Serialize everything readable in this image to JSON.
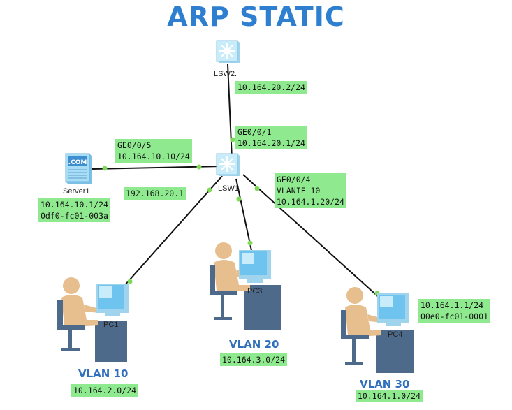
{
  "title": "ARP STATIC",
  "devices": {
    "lsw2": "LSW2.",
    "lsw1": "LSW1",
    "server1": "Server1",
    "pc1": "PC1",
    "pc3": "PC3",
    "pc4": "PC4",
    "server_screen": ".COM"
  },
  "labels": {
    "lsw2_ip": "10.164.20.2/24",
    "lsw1_up_port": "GE0/0/1",
    "lsw1_up_ip": "10.164.20.1/24",
    "server_link_port": "GE0/0/5",
    "server_link_ip": "10.164.10.10/24",
    "lsw1_other_ip": "192.168.20.1",
    "pc4_link_port": "GE0/0/4",
    "pc4_link_vlanif": "VLANIF 10",
    "pc4_link_ip": "10.164.1.20/24",
    "server_ip": "10.164.10.1/24",
    "server_mac": "0df0-fc01-003a",
    "pc4_ip": "10.164.1.1/24",
    "pc4_mac": "00e0-fc01-0001"
  },
  "vlans": {
    "vlan10": "VLAN 10",
    "vlan10_net": "10.164.2.0/24",
    "vlan20": "VLAN 20",
    "vlan20_net": "10.164.3.0/24",
    "vlan30": "VLAN 30",
    "vlan30_net": "10.164.1.0/24"
  },
  "colors": {
    "title": "#2e7fd0",
    "label_bg": "#8fe98f",
    "link": "#111111",
    "link_dot": "#7ed957",
    "vlan_text": "#2f6fbb",
    "switch": "#bfe6f7",
    "person": "#e7bf8e",
    "tower": "#4e6a8a"
  },
  "icons": [
    "switch-icon",
    "server-icon",
    "pc-user-icon"
  ]
}
